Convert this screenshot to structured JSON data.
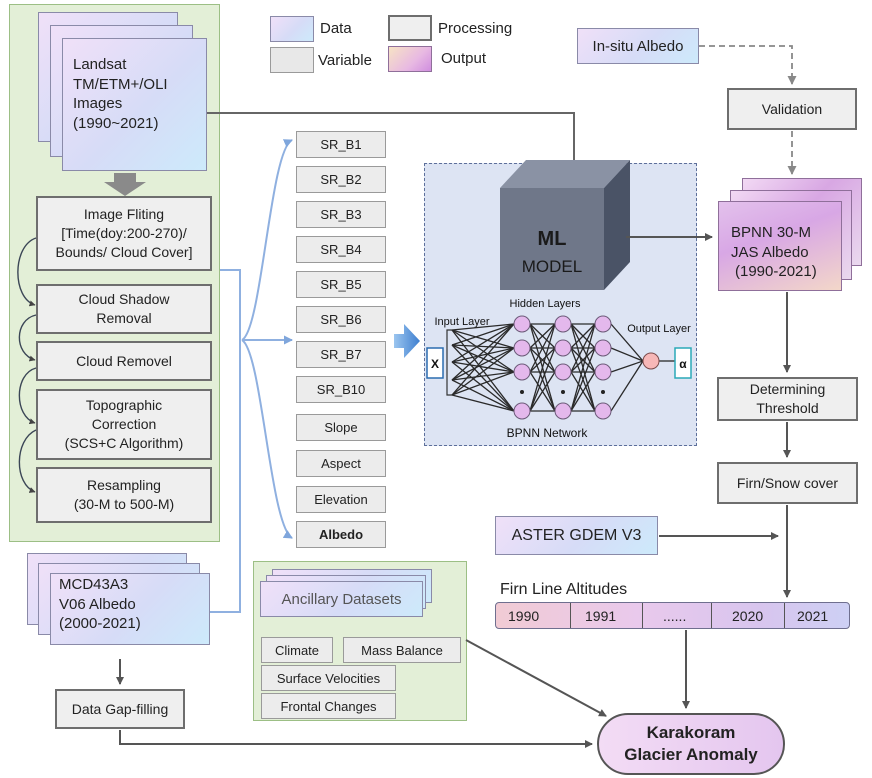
{
  "legend": {
    "data": "Data",
    "processing": "Processing",
    "variable": "Variable",
    "output": "Output"
  },
  "landsat": {
    "line1": "Landsat",
    "line2": "TM/ETM+/OLI",
    "line3": "Images",
    "line4": "(1990~2021)"
  },
  "processing_steps": [
    {
      "line1": "Image Fliting",
      "line2": "[Time(doy:200-270)/",
      "line3": "Bounds/ Cloud Cover]"
    },
    {
      "line1": "Cloud Shadow",
      "line2": "Removal"
    },
    {
      "line1": "Cloud Removel"
    },
    {
      "line1": "Topographic",
      "line2": "Correction",
      "line3": "(SCS+C Algorithm)"
    },
    {
      "line1": "Resampling",
      "line2": "(30-M to 500-M)"
    }
  ],
  "mcd": {
    "line1": "MCD43A3",
    "line2": "V06 Albedo",
    "line3": "(2000-2021)"
  },
  "gap_filling": "Data Gap-filling",
  "variables": [
    "SR_B1",
    "SR_B2",
    "SR_B3",
    "SR_B4",
    "SR_B5",
    "SR_B6",
    "SR_B7",
    "SR_B10",
    "Slope",
    "Aspect",
    "Elevation",
    "Albedo"
  ],
  "ancillary": {
    "title": "Ancillary Datasets",
    "items": [
      "Climate",
      "Mass Balance",
      "Surface Velocities",
      "Frontal Changes"
    ]
  },
  "model": {
    "ml": "ML",
    "model": "MODEL",
    "input_layer": "Input Layer",
    "hidden_layers": "Hidden Layers",
    "output_layer": "Output Layer",
    "network": "BPNN Network",
    "input_symbol": "X",
    "output_symbol": "α"
  },
  "insitu": "In-situ Albedo",
  "validation": "Validation",
  "bpnn_output": {
    "line1": "BPNN 30-M",
    "line2": "JAS Albedo",
    "line3": "(1990-2021)"
  },
  "threshold": {
    "line1": "Determining",
    "line2": "Threshold"
  },
  "firn_snow": "Firn/Snow cover",
  "aster": "ASTER GDEM V3",
  "fla": {
    "title": "Firn Line Altitudes",
    "cells": [
      "1990",
      "1991",
      "......",
      "2020",
      "2021"
    ]
  },
  "result": {
    "line1": "Karakoram",
    "line2": "Glacier Anomaly"
  },
  "colors": {
    "arrow": "#555555",
    "blue_arrow": "#7fa6dc",
    "neuron": "#e4b8ec",
    "output_neuron": "#f7b7b7"
  }
}
